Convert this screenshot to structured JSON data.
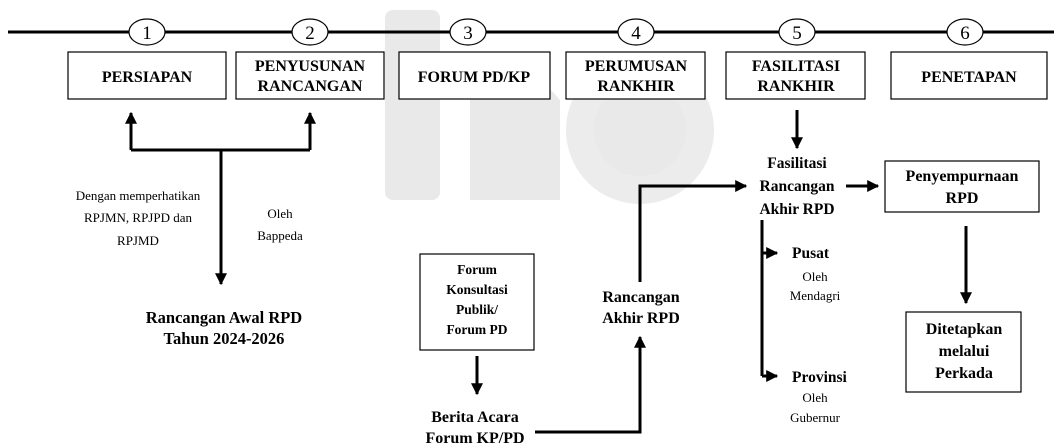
{
  "stages": [
    {
      "number": "1",
      "label": [
        "PERSIAPAN"
      ]
    },
    {
      "number": "2",
      "label": [
        "PENYUSUNAN",
        "RANCANGAN"
      ]
    },
    {
      "number": "3",
      "label": [
        "FORUM PD/KP"
      ]
    },
    {
      "number": "4",
      "label": [
        "PERUMUSAN",
        "RANKHIR"
      ]
    },
    {
      "number": "5",
      "label": [
        "FASILITASI",
        "RANKHIR"
      ]
    },
    {
      "number": "6",
      "label": [
        "PENETAPAN"
      ]
    }
  ],
  "notes": {
    "considering": [
      "Dengan memperhatikan",
      "RPJMN, RPJPD dan",
      "RPJMD"
    ],
    "by_bappeda": [
      "Oleh",
      "Bappeda"
    ],
    "initial_draft": [
      "Rancangan Awal RPD",
      "Tahun 2024-2026"
    ],
    "forum": [
      "Forum",
      "Konsultasi",
      "Publik/",
      "Forum PD"
    ],
    "minutes": [
      "Berita Acara",
      "Forum KP/PD"
    ],
    "final_draft": [
      "Rancangan",
      "Akhir RPD"
    ],
    "facilitation": [
      "Fasilitasi",
      "Rancangan",
      "Akhir RPD"
    ],
    "center": "Pusat",
    "by_mendagri": [
      "Oleh",
      "Mendagri"
    ],
    "province": "Provinsi",
    "by_gubernur": [
      "Oleh",
      "Gubernur"
    ],
    "refinement": [
      "Penyempurnaan",
      "RPD"
    ],
    "established": [
      "Ditetapkan",
      "melalui",
      "Perkada"
    ]
  }
}
